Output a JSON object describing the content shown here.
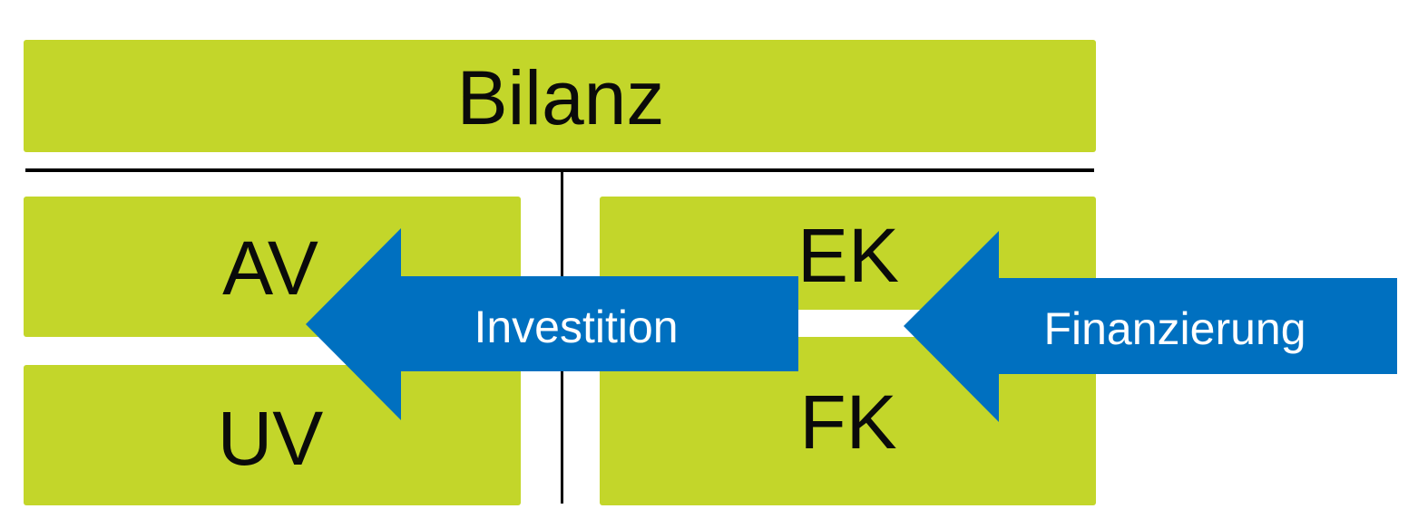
{
  "diagram": {
    "title": "Bilanz",
    "assets": {
      "fixed_assets": "AV",
      "current_assets": "UV"
    },
    "liabilities": {
      "equity": "EK",
      "debt": "FK"
    },
    "arrows": {
      "investment": "Investition",
      "financing": "Finanzierung"
    }
  },
  "colors": {
    "box_fill": "#c3d62a",
    "arrow_fill": "#0070c0",
    "line": "#000000",
    "box_text": "#0a0a0a",
    "arrow_text": "#ffffff"
  }
}
